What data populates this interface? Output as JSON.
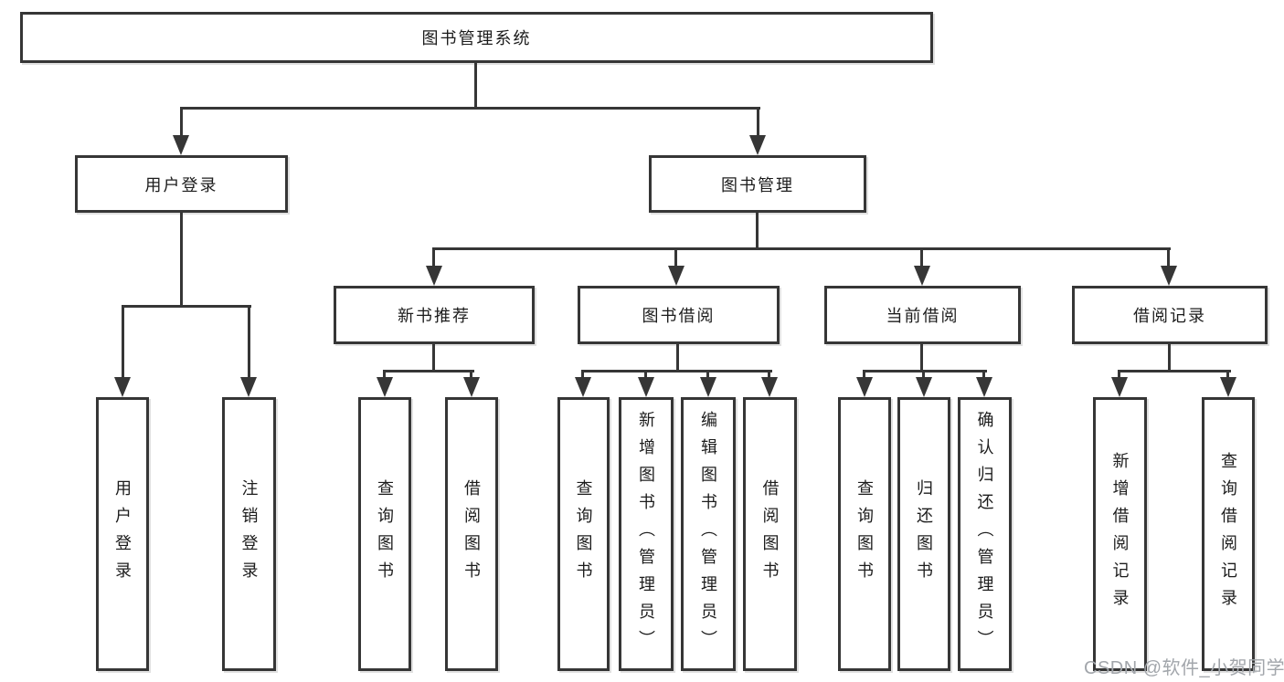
{
  "tree": {
    "root": {
      "label": "图书管理系统"
    },
    "level2": [
      {
        "label": "用户登录"
      },
      {
        "label": "图书管理"
      }
    ],
    "level3": [
      {
        "label": "新书推荐"
      },
      {
        "label": "图书借阅"
      },
      {
        "label": "当前借阅"
      },
      {
        "label": "借阅记录"
      }
    ],
    "leaves": [
      {
        "label": "用户登录"
      },
      {
        "label": "注销登录"
      },
      {
        "label": "查询图书"
      },
      {
        "label": "借阅图书"
      },
      {
        "label": "查询图书"
      },
      {
        "label": "新增图书（管理员）"
      },
      {
        "label": "编辑图书（管理员）"
      },
      {
        "label": "借阅图书"
      },
      {
        "label": "查询图书"
      },
      {
        "label": "归还图书"
      },
      {
        "label": "确认归还（管理员）"
      },
      {
        "label": "新增借阅记录"
      },
      {
        "label": "查询借阅记录"
      }
    ]
  },
  "watermark": {
    "text": "CSDN @软件_小贺同学"
  },
  "colors": {
    "line": "#363636",
    "text": "#1c1c1c",
    "watermark": "#a2a6ab",
    "background": "#ffffff"
  }
}
